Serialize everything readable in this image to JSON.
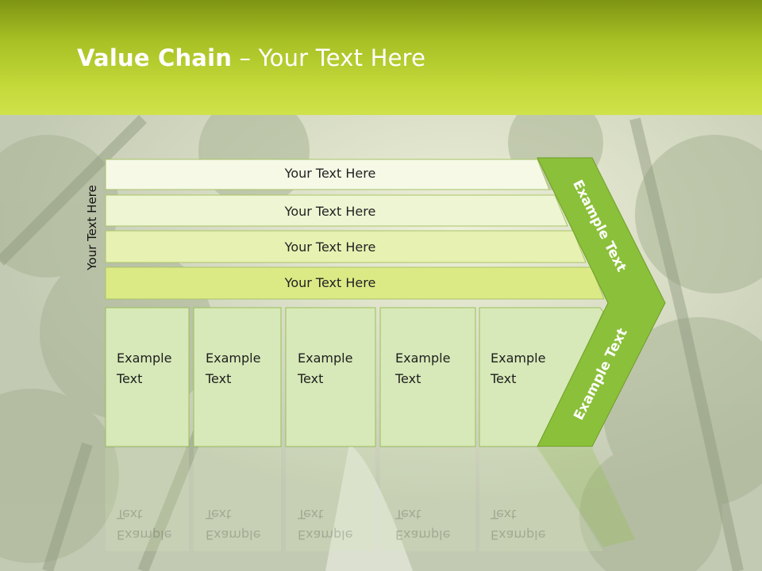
{
  "slide": {
    "title_bold": "Value Chain",
    "title_rest": " – Your Text Here",
    "side_label": "Your Text Here",
    "bands": [
      {
        "label": "Your Text Here",
        "color": "#f5f9e6"
      },
      {
        "label": "Your Text Here",
        "color": "#eef5d2"
      },
      {
        "label": "Your Text Here",
        "color": "#e7f1b2"
      },
      {
        "label": "Your Text Here",
        "color": "#dcea86"
      }
    ],
    "boxes": [
      {
        "line1": "Example",
        "line2": "Text"
      },
      {
        "line1": "Example",
        "line2": "Text"
      },
      {
        "line1": "Example",
        "line2": "Text"
      },
      {
        "line1": "Example",
        "line2": "Text"
      },
      {
        "line1": "Example",
        "line2": "Text"
      }
    ],
    "arrow_top_label": "Example Text",
    "arrow_bottom_label": "Example Text",
    "colors": {
      "header": "#b5cc2c",
      "arrow": "#8bc03a",
      "box_fill": "#d7e9b8",
      "box_border": "#9bbf5a"
    }
  }
}
